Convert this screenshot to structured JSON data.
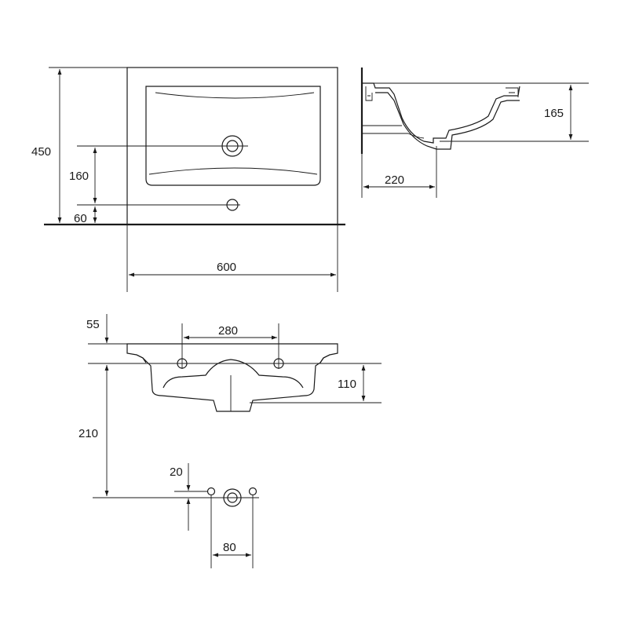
{
  "dimensions": {
    "top_width": "600",
    "top_depth": "450",
    "tap_offset": "160",
    "overflow_offset": "60",
    "side_height": "165",
    "side_depth": "220",
    "rim_thickness": "55",
    "bracket_spacing": "280",
    "bowl_depth": "110",
    "waste_height": "210",
    "pipe_offset": "20",
    "pipe_spacing": "80"
  },
  "colors": {
    "line": "#1a1a1a",
    "background": "#ffffff"
  }
}
